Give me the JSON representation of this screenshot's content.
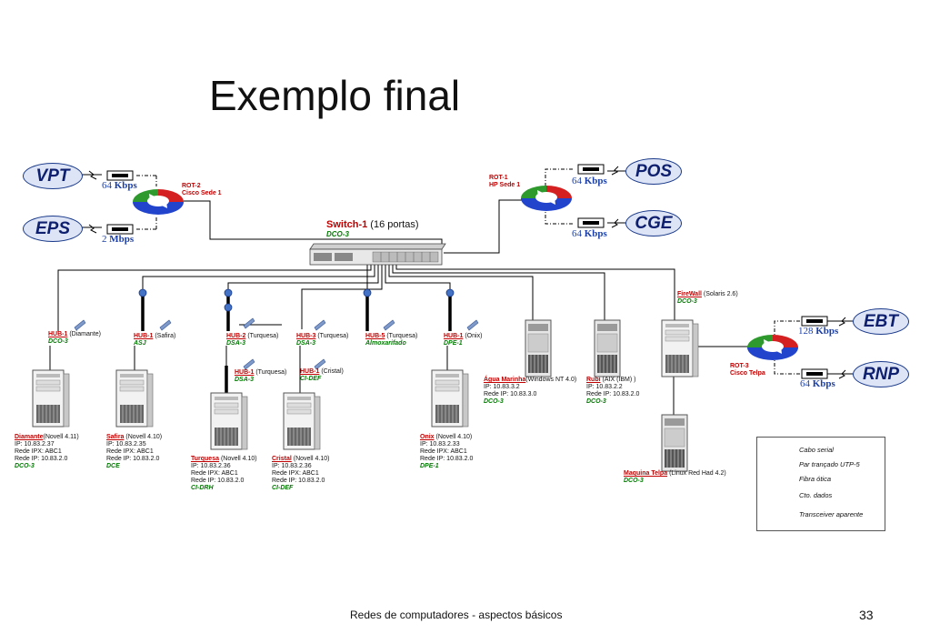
{
  "slide": {
    "title": "Exemplo final",
    "footer": "Redes de computadores - aspectos básicos",
    "page_number": "33"
  },
  "clouds": {
    "vpt": "VPT",
    "eps": "EPS",
    "pos": "POS",
    "cge": "CGE",
    "ebt": "EBT",
    "rnp": "RNP"
  },
  "speeds": {
    "vpt": {
      "value": "64",
      "unit": "Kbps"
    },
    "eps": {
      "value": "2",
      "unit": "Mbps"
    },
    "pos": {
      "value": "64",
      "unit": "Kbps"
    },
    "cge": {
      "value": "64",
      "unit": "Kbps"
    },
    "ebt": {
      "value": "128",
      "unit": "Kbps"
    },
    "rnp": {
      "value": "64",
      "unit": "Kbps"
    }
  },
  "routers": {
    "rot2": {
      "line1": "ROT-2",
      "line2": "Cisco Sede 1"
    },
    "rot1": {
      "line1": "ROT-1",
      "line2": "HP Sede 1"
    },
    "rot3": {
      "line1": "ROT-3",
      "line2": "Cisco Telpa"
    }
  },
  "switch": {
    "name": "Switch-1",
    "ports": "(16 portas)",
    "location": "DCO-3"
  },
  "hubs": {
    "diamante": {
      "name": "HUB-1",
      "owner": "(Diamante)",
      "loc": "DCO-3"
    },
    "safira": {
      "name": "HUB-1",
      "owner": "(Safira)",
      "loc": "ASJ"
    },
    "turquesa2": {
      "name": "HUB-2",
      "owner": "(Turquesa)",
      "loc": "DSA-3"
    },
    "turquesa3": {
      "name": "HUB-3",
      "owner": "(Turquesa)",
      "loc": "DSA-3"
    },
    "turquesa5": {
      "name": "HUB-5",
      "owner": "(Turquesa)",
      "loc": "Almoxarifado"
    },
    "onix": {
      "name": "HUB-1",
      "owner": "(Onix)",
      "loc": "DPE-1"
    },
    "turquesa1": {
      "name": "HUB-1",
      "owner": "(Turquesa)",
      "loc": "DSA-3"
    },
    "cristal": {
      "name": "HUB-1",
      "owner": "(Cristal)",
      "loc": "CI-DEF"
    }
  },
  "servers": {
    "diamante": {
      "name": "Diamante",
      "os": "(Novell 4.11)",
      "ip": "IP: 10.83.2.37",
      "ipx": "Rede IPX: ABC1",
      "net": "Rede IP: 10.83.2.0",
      "loc": "DCO-3"
    },
    "safira": {
      "name": "Safira",
      "os": "(Novell 4.10)",
      "ip": "IP: 10.83.2.35",
      "ipx": "Rede IPX: ABC1",
      "net": "Rede IP: 10.83.2.0",
      "loc": "DCE"
    },
    "turquesa": {
      "name": "Turquesa",
      "os": "(Novell 4.10)",
      "ip": "IP: 10.83.2.36",
      "ipx": "Rede IPX: ABC1",
      "net": "Rede IP: 10.83.2.0",
      "loc": "CI-DRH"
    },
    "cristal": {
      "name": "Cristal",
      "os": "(Novell 4.10)",
      "ip": "IP: 10.83.2.36",
      "ipx": "Rede IPX: ABC1",
      "net": "Rede IP: 10.83.2.0",
      "loc": "CI-DEF"
    },
    "onix": {
      "name": "Onix",
      "os": "(Novell 4.10)",
      "ip": "IP: 10.83.2.33",
      "ipx": "Rede IPX: ABC1",
      "net": "Rede IP: 10.83.2.0",
      "loc": "DPE-1"
    },
    "agua": {
      "name": "Água Marinha",
      "os": "(Windows NT 4.0)",
      "ip": "IP: 10.83.3.2",
      "net": "Rede IP: 10.83.3.0",
      "loc": "DCO-3"
    },
    "rubi": {
      "name": "Rubi",
      "os": "(AIX (IBM) )",
      "ip": "IP: 10.83.2.2",
      "net": "Rede IP: 10.83.2.0",
      "loc": "DCO-3"
    },
    "firewall": {
      "name": "FireWall",
      "os": "(Solaris 2.6)",
      "loc": "DCO-3"
    },
    "maquina": {
      "name": "Maquina Telpa",
      "os": "(Linux Red Had 4.2)",
      "loc": "DCO-3"
    }
  },
  "legend": {
    "serial": "Cabo serial",
    "utp": "Par trançado UTP-5",
    "fiber": "Fibra ótica",
    "modem": "Cto. dados",
    "transceiver": "Transceiver aparente"
  },
  "colors": {
    "cable": "#000000",
    "label_red": "#c00000",
    "label_green": "#007a00",
    "speed_blue": "#1b3fa6",
    "cloud_fill": "#dde4f6",
    "transceiver": "#4472c4"
  }
}
